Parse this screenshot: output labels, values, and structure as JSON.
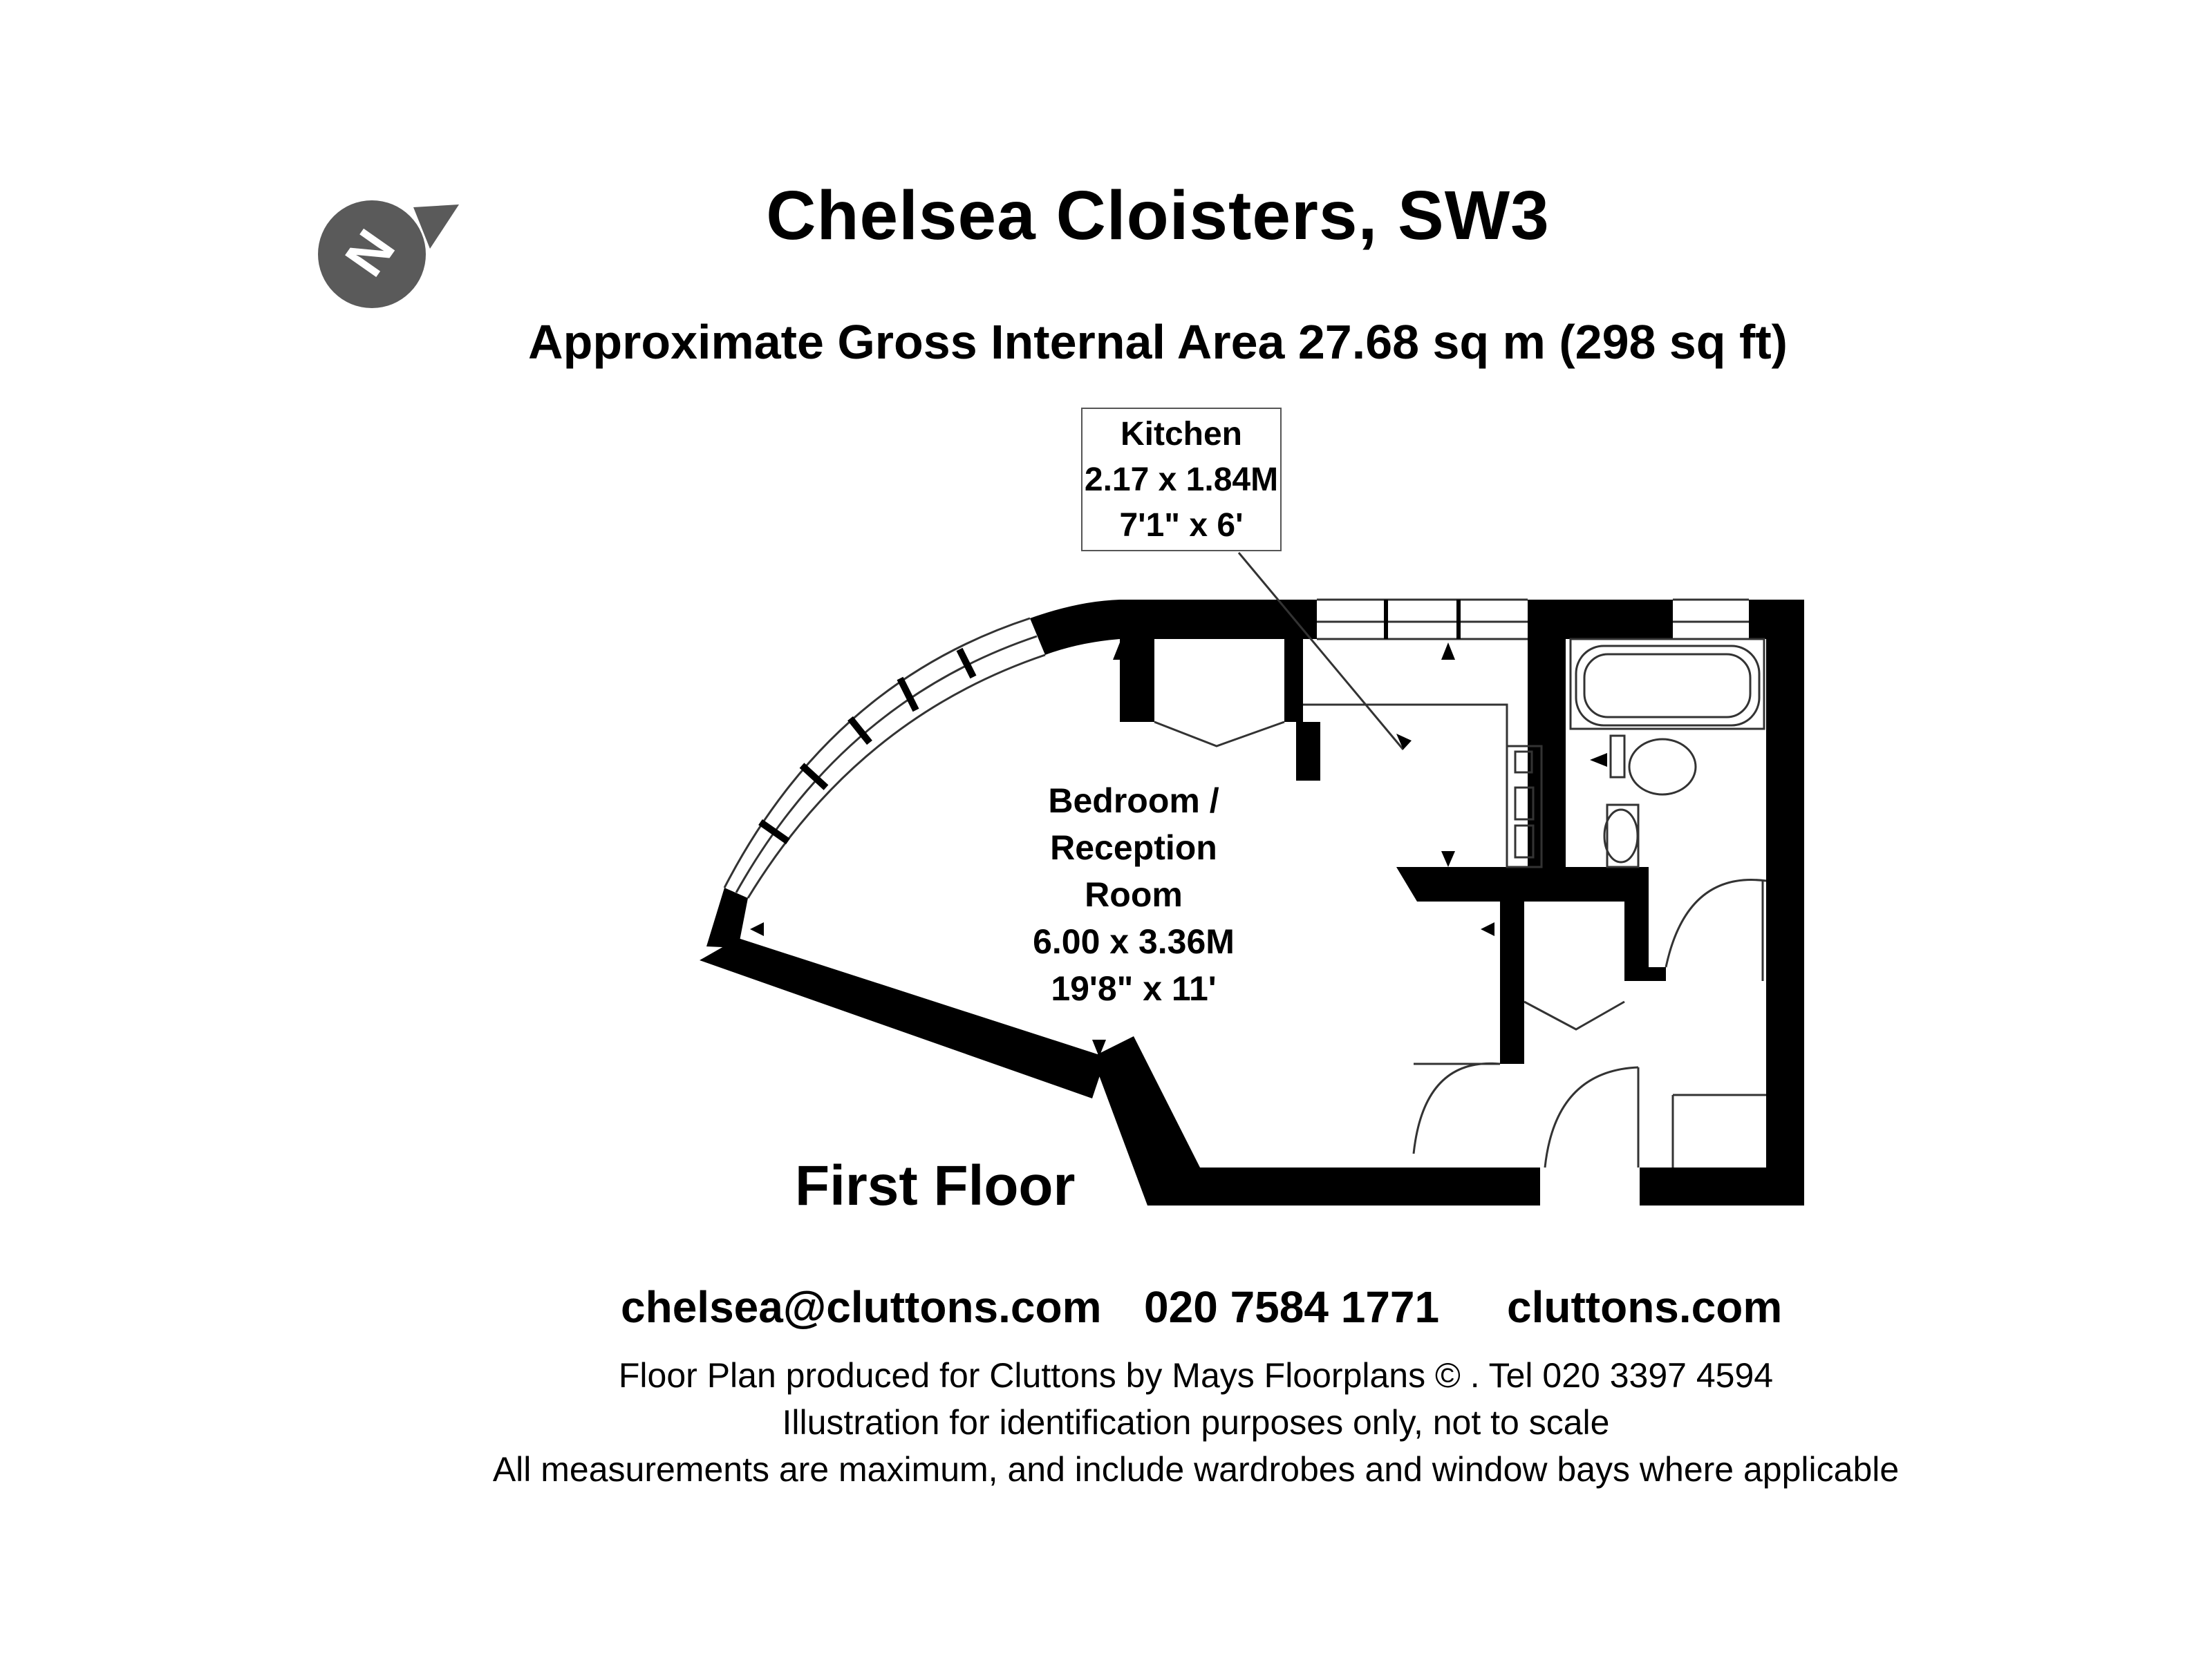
{
  "header": {
    "title": "Chelsea Cloisters, SW3",
    "area_text": "Approximate Gross Internal Area  27.68 sq m  (298 sq ft)"
  },
  "compass": {
    "icon": "north-compass-icon",
    "letter": "N",
    "color": "#5a5a5a"
  },
  "rooms": {
    "kitchen": {
      "name": "Kitchen",
      "metric": "2.17 x 1.84M",
      "imperial": "7'1\" x 6'"
    },
    "bedroom": {
      "name_line1": "Bedroom /",
      "name_line2": "Reception",
      "name_line3": "Room",
      "metric": "6.00 x 3.36M",
      "imperial": "19'8\" x 11'"
    }
  },
  "floor_label": "First Floor",
  "contact": {
    "email": "chelsea@cluttons.com",
    "phone": "020 7584 1771",
    "website": "cluttons.com"
  },
  "footer": {
    "line1": "Floor Plan produced for Cluttons by Mays Floorplans  © . Tel 020 3397 4594",
    "line2": "Illustration for identification purposes only, not to scale",
    "line3": "All measurements are maximum, and include wardrobes and window bays where applicable"
  },
  "colors": {
    "wall": "#000000",
    "line": "#333333",
    "compass": "#5a5a5a"
  }
}
